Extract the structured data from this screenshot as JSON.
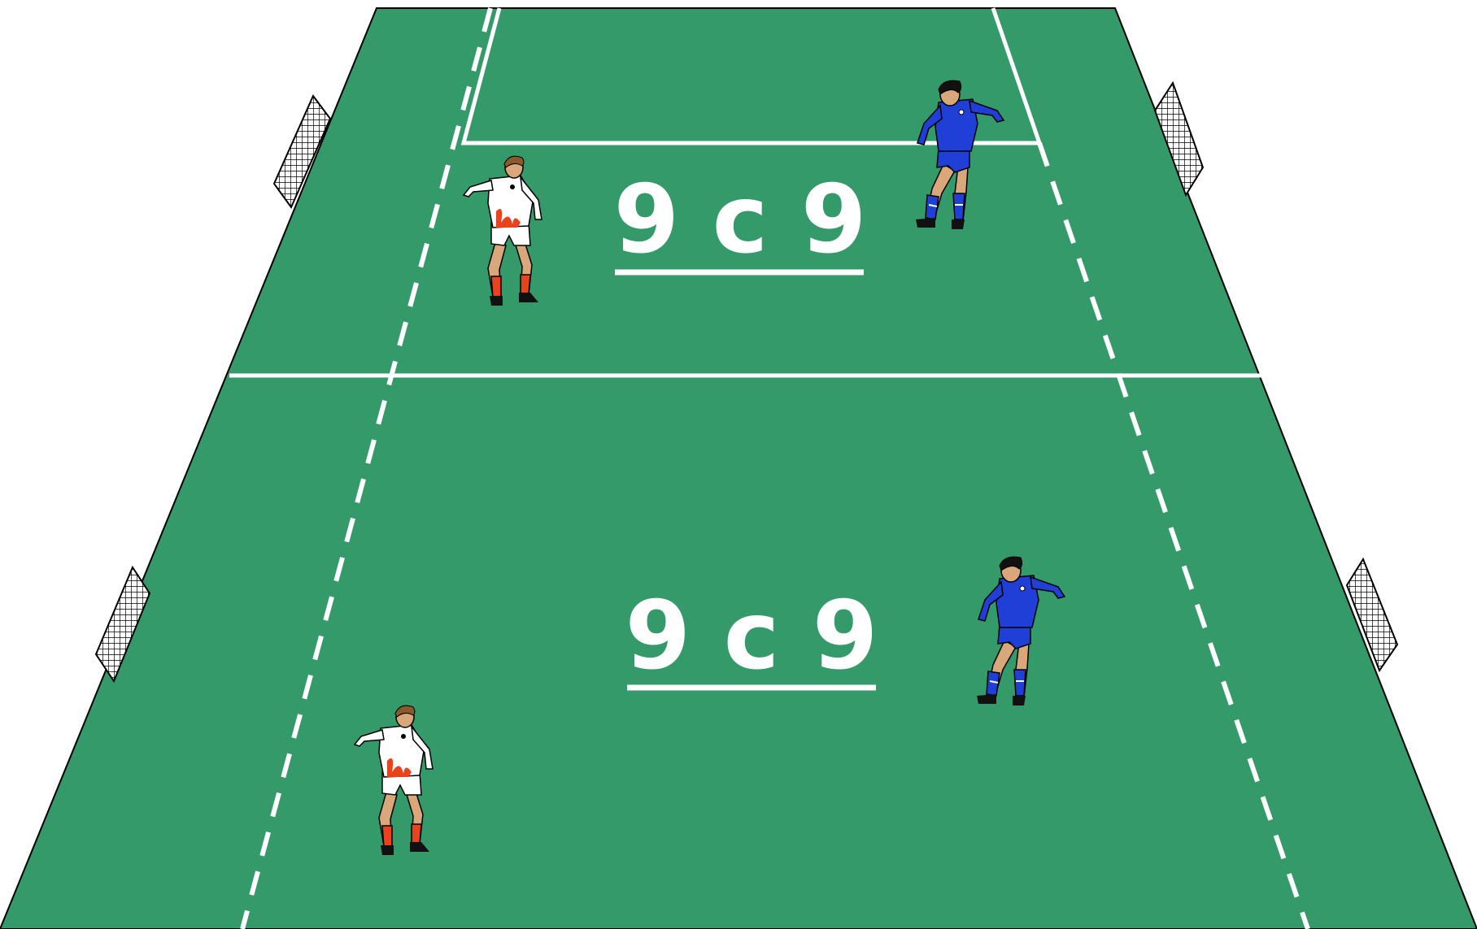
{
  "diagram": {
    "colors": {
      "pitch": "#359a69",
      "pitch_border": "#000000",
      "lines": "#ffffff",
      "goal_net": "#000000",
      "goal_fill": "#ffffff",
      "white_team_shirt": "#ffffff",
      "white_team_accent": "#e8431c",
      "blue_team_shirt": "#1f3fd6",
      "skin": "#d9a77a",
      "hair_white_team": "#8a5a2b",
      "hair_blue_team": "#111111"
    },
    "zones": [
      {
        "id": "top-zone",
        "label": "9 c 9"
      },
      {
        "id": "bottom-zone",
        "label": "9 c 9"
      }
    ],
    "goals": [
      {
        "id": "goal-top-left",
        "side": "left"
      },
      {
        "id": "goal-top-right",
        "side": "right"
      },
      {
        "id": "goal-bottom-left",
        "side": "left"
      },
      {
        "id": "goal-bottom-right",
        "side": "right"
      }
    ],
    "players": [
      {
        "id": "player-white-top",
        "team": "white"
      },
      {
        "id": "player-blue-top",
        "team": "blue"
      },
      {
        "id": "player-blue-bottom",
        "team": "blue"
      },
      {
        "id": "player-white-bottom",
        "team": "white"
      }
    ]
  }
}
